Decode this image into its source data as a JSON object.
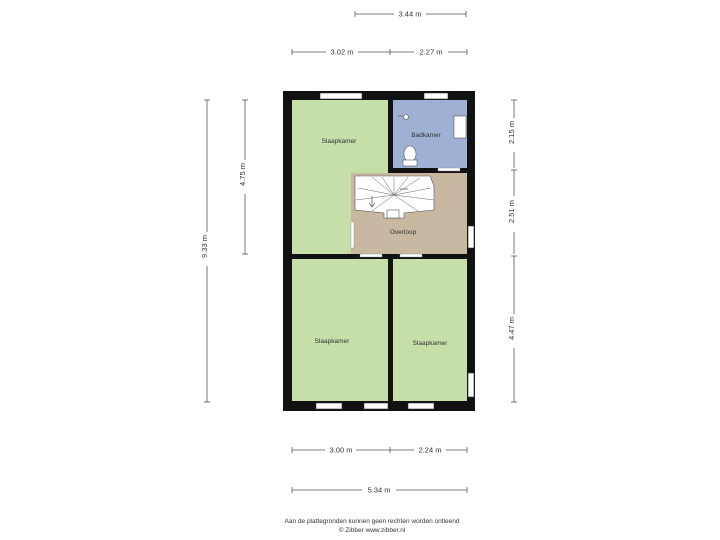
{
  "dimensions": {
    "top_overall": "3.44 m",
    "top_left": "3.02 m",
    "top_right": "2.27 m",
    "left_overall": "9.33 m",
    "left_upper": "4.75 m",
    "right_top": "2.15 m",
    "right_middle": "2.51 m",
    "right_bottom": "4.47 m",
    "bottom_left": "3.00 m",
    "bottom_right": "2.24 m",
    "bottom_overall": "5.34 m"
  },
  "rooms": {
    "bedroom_top_left": "Slaapkamer",
    "bathroom": "Badkamer",
    "landing": "Overloop",
    "bedroom_bottom_left": "Slaapkamer",
    "bedroom_bottom_right": "Slaapkamer"
  },
  "colors": {
    "bedroom": "#c6dfa8",
    "bathroom": "#9eb0d3",
    "landing": "#c8b8a2",
    "wall": "#111111"
  },
  "footer": {
    "line1": "Aan de plattegronden kunnen geen rechten worden ontleend",
    "line2": "© Zibber www.zibber.nl"
  }
}
